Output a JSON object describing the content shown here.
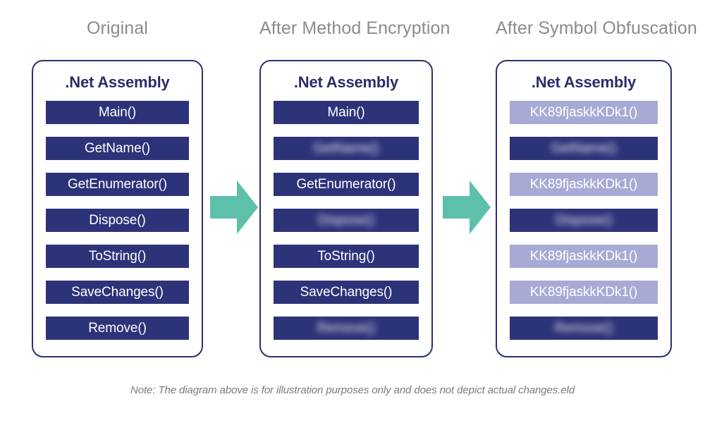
{
  "columns": [
    {
      "heading": "Original",
      "card_title": ".Net Assembly",
      "methods": [
        {
          "label": "Main()",
          "state": "plain"
        },
        {
          "label": "GetName()",
          "state": "plain"
        },
        {
          "label": "GetEnumerator()",
          "state": "plain"
        },
        {
          "label": "Dispose()",
          "state": "plain"
        },
        {
          "label": "ToString()",
          "state": "plain"
        },
        {
          "label": "SaveChanges()",
          "state": "plain"
        },
        {
          "label": "Remove()",
          "state": "plain"
        }
      ]
    },
    {
      "heading": "After Method Encryption",
      "card_title": ".Net Assembly",
      "methods": [
        {
          "label": "Main()",
          "state": "plain"
        },
        {
          "label": "GetName()",
          "state": "encrypted"
        },
        {
          "label": "GetEnumerator()",
          "state": "plain"
        },
        {
          "label": "Dispose()",
          "state": "encrypted"
        },
        {
          "label": "ToString()",
          "state": "plain"
        },
        {
          "label": "SaveChanges()",
          "state": "plain"
        },
        {
          "label": "Remove()",
          "state": "encrypted"
        }
      ]
    },
    {
      "heading": "After Symbol Obfuscation",
      "card_title": ".Net Assembly",
      "methods": [
        {
          "label": "KK89fjaskkKDk1()",
          "state": "obfuscated"
        },
        {
          "label": "GetName()",
          "state": "encrypted"
        },
        {
          "label": "KK89fjaskkKDk1()",
          "state": "obfuscated"
        },
        {
          "label": "Dispose()",
          "state": "encrypted"
        },
        {
          "label": "KK89fjaskkKDk1()",
          "state": "obfuscated"
        },
        {
          "label": "KK89fjaskkKDk1()",
          "state": "obfuscated"
        },
        {
          "label": "Remove()",
          "state": "encrypted"
        }
      ]
    }
  ],
  "arrows": [
    {
      "name": "arrow-original-to-encrypted",
      "direction": "right"
    },
    {
      "name": "arrow-encrypted-to-obfuscated",
      "direction": "right"
    }
  ],
  "note": "Note: The diagram above is for illustration purposes only and does not depict actual changes.eld",
  "colors": {
    "card_border": "#2b3172",
    "card_title": "#2b2c6b",
    "method_bar": "#2d3379",
    "method_bar_obfuscated": "#a8aad5",
    "method_text": "#ffffff",
    "heading_text": "#8b8b8b",
    "arrow": "#5cc0ab",
    "note_text": "#7b7b7b",
    "background": "#ffffff"
  }
}
